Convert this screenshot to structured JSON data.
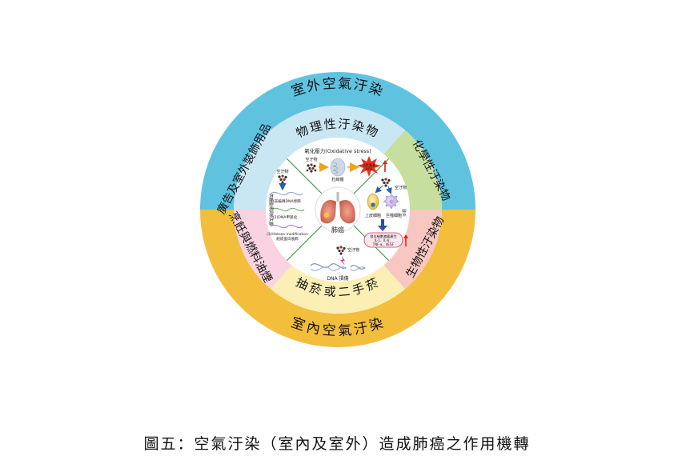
{
  "diagram": {
    "outer_ring": {
      "top": "室外空氣汙染",
      "bottom": "室內空氣汙染"
    },
    "middle_ring": {
      "top": "物理性汙染物",
      "right_upper": "化學性汙染物",
      "right_lower": "生物性汙染物",
      "bottom": "抽菸或二手菸",
      "left_lower": "烹飪與燃料油煙",
      "left_upper": "廣告及室外裝飾用品"
    },
    "center_label": "肺癌",
    "top_quadrant": {
      "title": "氧化壓力(Oxidative stress)",
      "pollutant_label": "空汙物",
      "organelle_label": "粒線體",
      "ros_label": "活性氧基",
      "ros_sub": "ROS"
    },
    "right_quadrant": {
      "pollutant_label": "空汙物",
      "cell1_label": "上皮細胞",
      "cell2_label": "巨噬細胞",
      "side_label": "發炎",
      "box_line1": "發炎細胞激素產生",
      "box_line2": "IL-1、IL-6、",
      "box_line3": "TNF-α、VEGF"
    },
    "bottom_quadrant": {
      "pollutant_label": "空汙物",
      "damage_label": "DNA 損傷"
    },
    "left_quadrant": {
      "pollutant_label": "空汙物",
      "side_label": "表觀遺傳調節失靈",
      "item1": "(1)非編碼DNA修飾",
      "item2": "(2)DNA甲基化",
      "item3a": "(3)Histone modification",
      "item3b": "組成蛋白裝飾"
    },
    "colors": {
      "outer_blue": "#5fc3e0",
      "outer_gold": "#f2be3c",
      "seg_physical": "#c9e6f3",
      "seg_chemical": "#c7df9e",
      "seg_biological": "#f8c7c2",
      "seg_smoking": "#fbefb5",
      "seg_cooking": "#f9d3e1",
      "seg_decor": "#c9e6f3",
      "divider": "#2f8f3a"
    }
  },
  "caption": "圖五：空氣汙染（室內及室外）造成肺癌之作用機轉"
}
